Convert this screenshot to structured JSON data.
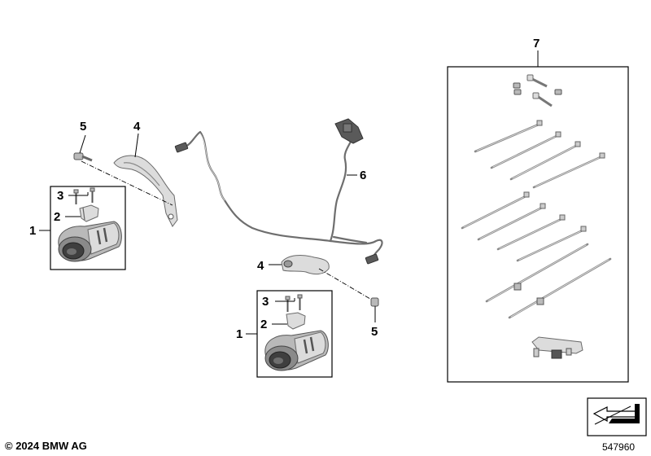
{
  "callouts": {
    "c1a": "1",
    "c2a": "2",
    "c3a": "3",
    "c4a": "4",
    "c5a": "5",
    "c6": "6",
    "c7": "7",
    "c1b": "1",
    "c2b": "2",
    "c3b": "3",
    "c4b": "4",
    "c5b": "5"
  },
  "footer": {
    "copyright": "© 2024 BMW AG",
    "diagram_number": "547960"
  },
  "icons": {
    "arrow": "left-pointing-arrow-icon"
  }
}
